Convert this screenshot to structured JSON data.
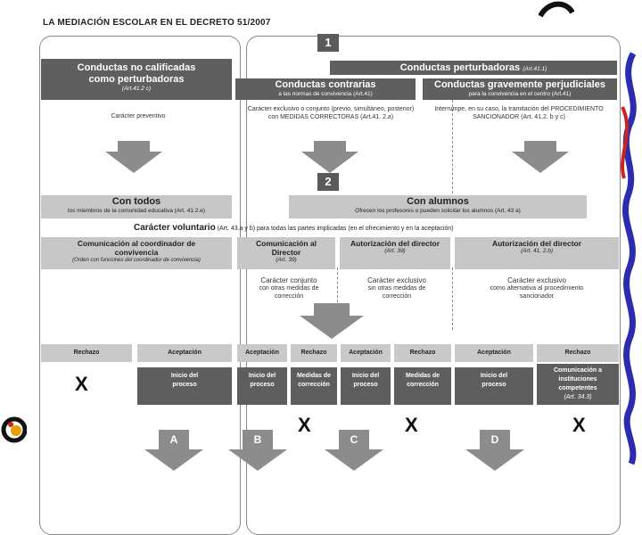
{
  "title": "LA MEDIACIÓN ESCOLAR EN EL DECRETO 51/2007",
  "step1": "1",
  "step2": "2",
  "col1": {
    "title": "Conductas no calificadas como perturbadoras",
    "ref": "(Art.41.2 c)",
    "note": "Carácter preventivo"
  },
  "perturbadoras": {
    "title": "Conductas perturbadoras",
    "ref": "(Art.41.1)"
  },
  "col2": {
    "title": "Conductas contrarias",
    "sub": "a las normas de convivencia (Art.41)",
    "note": "Carácter exclusivo o conjunto (previo, simultáneo, posterior) con MEDIDAS CORRECTORAS (Art.41. 2.a)"
  },
  "col3": {
    "title": "Conductas gravemente perjudiciales",
    "sub": "para la convivencia en el centro (Art.41)",
    "note": "Interrumpe, en su caso, la tramitación del PROCEDIMIENTO SANCIONADOR (Art. 41.2. b y c)"
  },
  "con_todos": {
    "title": "Con todos",
    "sub": "los miembros de la comunidad educativa (Art. 41.2.e)"
  },
  "con_alumnos": {
    "title": "Con alumnos",
    "sub": "Ofrecen los profesores o pueden solicitar los alumnos (Art. 43 a)"
  },
  "voluntario": {
    "lead": "Carácter voluntario",
    "rest": "(Art. 43.a y b) para todas las partes implicadas (en el ofrecimiento y en la aceptación)"
  },
  "auth": [
    {
      "title": "Comunicación al coordinador de convivencia",
      "ref": "(Orden con funciones del coordinador de convivencia)"
    },
    {
      "title": "Comunicación al Director",
      "ref": "(Art. 39)"
    },
    {
      "title": "Autorización del director",
      "ref": "(Art. 39)"
    },
    {
      "title": "Autorización del director",
      "ref": "(Art. 41. 2.b)"
    }
  ],
  "character": [
    {
      "title": "Carácter conjunto",
      "body": "con otras medidas de corrección"
    },
    {
      "title": "Carácter exclusivo",
      "body": "sin otras medidas de corrección"
    },
    {
      "title": "Carácter exclusivo",
      "body": "como alternativa al procedimiento sancionador"
    }
  ],
  "responses": [
    {
      "label": "Rechazo",
      "result": ""
    },
    {
      "label": "Aceptación",
      "result": "Inicio del proceso"
    },
    {
      "label": "Aceptación",
      "result": "Inicio del proceso"
    },
    {
      "label": "Rechazo",
      "result": "Medidas de corrección"
    },
    {
      "label": "Aceptación",
      "result": "Inicio del proceso"
    },
    {
      "label": "Rechazo",
      "result": "Medidas de corrección"
    },
    {
      "label": "Aceptación",
      "result": "Inicio del proceso"
    },
    {
      "label": "Rechazo",
      "result": "Comunicación a instituciones competentes",
      "ref": "(Art. 34.3)"
    }
  ],
  "x_mark": "X",
  "outcomes": [
    "A",
    "B",
    "C",
    "D"
  ],
  "colors": {
    "dark_box": "#5f5f5f",
    "light_box": "#c7c7c7",
    "arrow": "#8c8c8c",
    "frame": "#888888"
  }
}
